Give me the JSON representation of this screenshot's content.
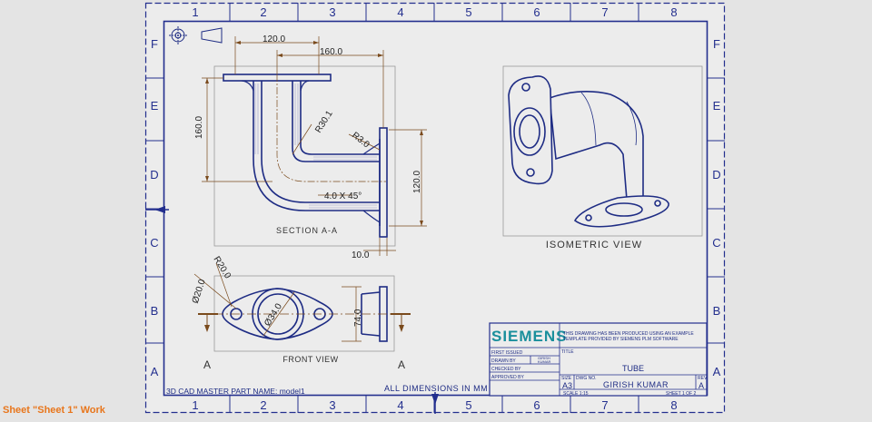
{
  "zone_columns": [
    "1",
    "2",
    "3",
    "4",
    "5",
    "6",
    "7",
    "8"
  ],
  "zone_rows": [
    "F",
    "E",
    "D",
    "C",
    "B",
    "A"
  ],
  "dimensions": {
    "d120_top": "120.0",
    "d160_top": "160.0",
    "d160_left": "160.0",
    "r30": "R30.1",
    "r3": "R3.0",
    "d120_right": "120.0",
    "chamfer": "4.0 X 45°",
    "d10": "10.0",
    "r20": "R20.0",
    "dia20": "Ø20.0",
    "dia34": "Ø34.0",
    "d74": "74.0"
  },
  "views": {
    "section_label": "SECTION A-A",
    "isometric_label": "ISOMETRIC VIEW",
    "front_label": "FRONT VIEW",
    "section_marker_left": "A",
    "section_marker_right": "A"
  },
  "notes": {
    "master_part": "3D CAD MASTER PART NAME: model1",
    "all_dimensions": "ALL DIMENSIONS IN MM"
  },
  "title_block": {
    "logo": "SIEMENS",
    "disclaimer_line1": "THIS DRAWING HAS BEEN PRODUCED USING AN EXAMPLE",
    "disclaimer_line2": "TEMPLATE PROVIDED BY SIEMENS PLM SOFTWARE",
    "first_issued_label": "FIRST ISSUED",
    "drawn_by_label": "DRAWN BY",
    "drawn_by_value1": "GIRISH",
    "drawn_by_value2": "KUMAR",
    "checked_by_label": "CHECKED BY",
    "approved_by_label": "APPROVED BY",
    "title_label": "TITLE",
    "title_value": "TUBE",
    "size_label": "SIZE",
    "size_value": "A3",
    "dwg_no_label": "DWG NO.",
    "dwg_no_value": "GIRISH KUMAR",
    "rev_label": "REV",
    "rev_value": "A",
    "scale_text": "SCALE 1:15",
    "sheet_text": "SHEET 1 OF 2"
  },
  "status_bar": {
    "text": "Sheet \"Sheet 1\" Work"
  },
  "colors": {
    "background": "#e4e4e4",
    "sheet": "#ececec",
    "border": "#232f8e",
    "geometry": "#1e2c84",
    "dimension": "#7a4a1c",
    "view_frame": "#9a9a9a",
    "status": "#e8761c",
    "logo": "#1a8f9c"
  }
}
